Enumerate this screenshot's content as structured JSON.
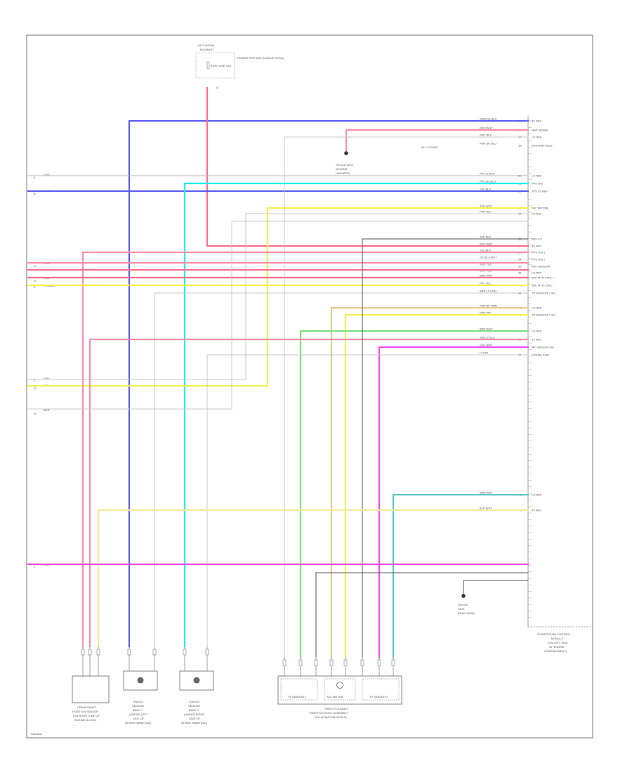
{
  "wire_colors": {
    "blue": "#5a5cf0",
    "red": "#ff6e8c",
    "pink": "#ff8fa8",
    "cyan": "#1cf0f0",
    "yellow": "#f2f24a",
    "lt_yellow": "#f5eaa0",
    "green": "#7fe07f",
    "magenta": "#f04af0",
    "teal": "#5cc8c0",
    "tan": "#e8c98a",
    "gray": "#b8b8b8",
    "dk_gray": "#555555",
    "dashed": "#c8c8c8"
  },
  "top_connector": {
    "title": "HOT IN RUN",
    "sub": "BCM/BATT",
    "fuse_label": "ECM FUSE 10A",
    "side_label": "POWER DIST BOX (UNDER HOOD)",
    "pin": "A"
  },
  "left_labels": [
    {
      "mark": "A",
      "text": "GRY"
    },
    {
      "mark": "B",
      "text": "DK BLU"
    },
    {
      "mark": "C",
      "text": "RED"
    },
    {
      "mark": "D",
      "text": "RED"
    },
    {
      "mark": "E",
      "text": "YEL/BLK"
    },
    {
      "mark": "F",
      "text": "GRY"
    },
    {
      "mark": "G",
      "text": "YEL"
    },
    {
      "mark": "H",
      "text": "WHT"
    },
    {
      "mark": "J",
      "text": "PNK"
    }
  ],
  "ecm_box": {
    "title_lines": [
      "POWERTRAIN CONTROL",
      "MODULE",
      "(ON LEFT SIDE",
      "OF ENGINE",
      "COMPARTMENT)"
    ]
  },
  "pin_labels": [
    {
      "wire": "GRN  DK BLU",
      "pin": "15",
      "name": "5V REF"
    },
    {
      "wire": "RED  WHT",
      "pin": "16",
      "name": "MAP SIGNAL"
    },
    {
      "wire": "GRY  BLK",
      "pin": "17",
      "name": "LO REF"
    },
    {
      "wire": "PNK  DK BLU",
      "pin": "18",
      "name": "IGNITION FEED"
    },
    {
      "wire": "PPL  LT BLU",
      "pin": "20",
      "name": "LO REF"
    },
    {
      "wire": "PPL  DK BLU",
      "pin": "21",
      "name": "TPS SIG"
    },
    {
      "wire": "YEL  BLK",
      "pin": "22",
      "name": "TPS 5V REF"
    },
    {
      "wire": "TAN  WHT",
      "pin": "27",
      "name": "TAC MOTOR"
    },
    {
      "wire": "PNK  BLK",
      "pin": "30",
      "name": "LO REF"
    },
    {
      "wire": "TAN  BLK",
      "pin": "31",
      "name": "REF LO"
    },
    {
      "wire": "RED  WHT",
      "pin": "32",
      "name": "5V REF"
    },
    {
      "wire": "YEL  BLK",
      "pin": "33",
      "name": "PPS SIG 1"
    },
    {
      "wire": "DK BLU  WHT",
      "pin": "34",
      "name": "PPS SIG 2"
    },
    {
      "wire": "RED  YEL",
      "pin": "35",
      "name": "APP SENSOR"
    },
    {
      "wire": "GRY  YEL",
      "pin": "36",
      "name": "LO REF"
    },
    {
      "wire": "BRN  WHT",
      "pin": "40",
      "name": "TAC MTR CTRL +"
    },
    {
      "wire": "PPL  YEL",
      "pin": "41",
      "name": "TAC MTR CTRL -"
    },
    {
      "wire": "BRN  LT GRN",
      "pin": "44",
      "name": "TP SENSOR 1 SIG"
    },
    {
      "wire": "PNK  DK GRN",
      "pin": "45",
      "name": "LO REF"
    },
    {
      "wire": "PNK  PPL",
      "pin": "46",
      "name": "TP SENSOR 2 SIG"
    },
    {
      "wire": "BRN  WHT",
      "pin": "47",
      "name": "LO REF"
    },
    {
      "wire": "TAN  LT BLU",
      "pin": "68",
      "name": "5V REF"
    },
    {
      "wire": "GRY  BRN",
      "pin": "70",
      "name": "IAT SENSOR SIG"
    },
    {
      "wire": "LT  PPL",
      "pin": "77",
      "name": "DIGITAL EGR"
    },
    {
      "wire": "BRN  WHT",
      "pin": "78",
      "name": "LO REF"
    },
    {
      "wire": "BLK  WHT",
      "pin": "79",
      "name": "5V REF"
    }
  ],
  "splice_pcm": {
    "label": "SPLICE S210",
    "sub": "(ENGINE",
    "sub2": "HARNESS)"
  },
  "splice_ground": {
    "label": "SPLICE",
    "sub": "S122",
    "sub2": "(ENG HARN)"
  },
  "injectors_label": "INJ 1 LEADS",
  "bottom_components": [
    {
      "name": "CRANKSHAFT POSITION SENSOR",
      "lines": [
        "CRANKSHAFT",
        "POSITION SENSOR",
        "(ON RIGHT SIDE OF",
        "ENGINE BLOCK)"
      ]
    },
    {
      "name": "KNOCK SENSOR 1",
      "lines": [
        "KNOCK",
        "SENSOR",
        "BANK 1",
        "(UNDER LEFT",
        "SIDE OF",
        "INTAKE MANIFOLD)"
      ]
    },
    {
      "name": "KNOCK SENSOR 2",
      "lines": [
        "KNOCK",
        "SENSOR",
        "BANK 2",
        "(UNDER RIGHT",
        "SIDE OF",
        "INTAKE MANIFOLD)"
      ]
    },
    {
      "name": "THROTTLE BODY",
      "lines": [
        "THROTTLE BODY",
        "THROTTLE BODY ASSEMBLY",
        "(ON INTAKE MANIFOLD)"
      ]
    }
  ],
  "throttle_parts": {
    "left": "TP SENSOR 1",
    "center": "TAC MOTOR",
    "right": "TP SENSOR 2"
  },
  "footer_code": "G8K6M4"
}
